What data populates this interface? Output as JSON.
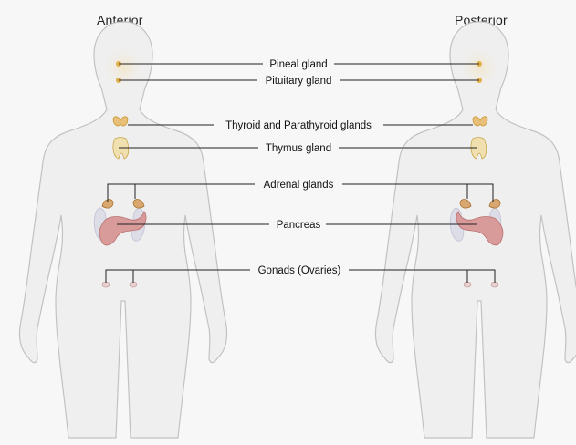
{
  "views": {
    "anterior": "Anterior",
    "posterior": "Posterior"
  },
  "labels": [
    "Pineal gland",
    "Pituitary gland",
    "Thyroid and Parathyroid glands",
    "Thymus gland",
    "Adrenal glands",
    "Pancreas",
    "Gonads (Ovaries)"
  ],
  "colors": {
    "body_fill": "#efefef",
    "body_outline": "#b8b8b8",
    "gland_yellow": "#e2b04a",
    "thymus": "#f0e0b0",
    "adrenal": "#d9a870",
    "pancreas": "#d99a9a",
    "kidney": "#d9d9e6",
    "ovary": "#e8d0d0",
    "leader_line": "#222222"
  }
}
